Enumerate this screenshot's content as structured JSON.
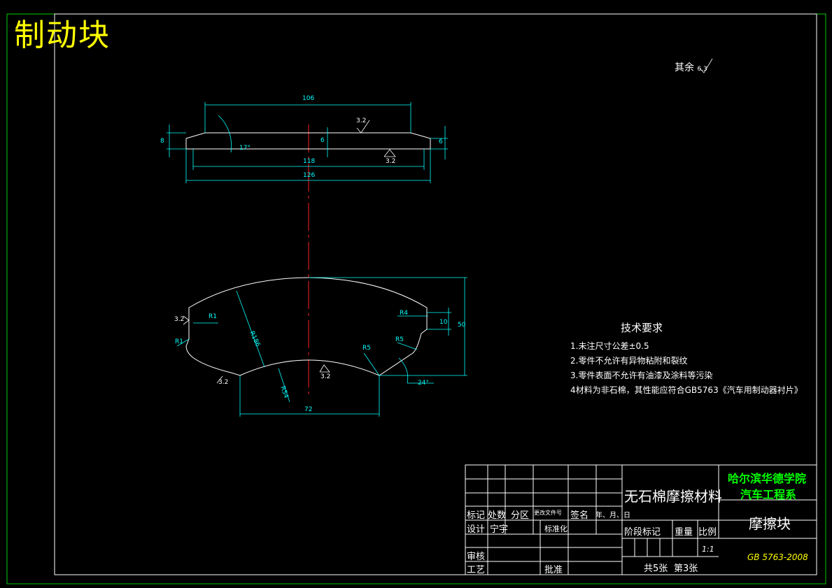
{
  "drawing": {
    "title": "制动块",
    "roughness_note": "其余",
    "roughness_note_value": "6.3",
    "roughness_value": "3.2",
    "top_view": {
      "dims": {
        "top_width": "106",
        "mid_width": "118",
        "total_width": "126",
        "height_left": "8",
        "height_inner": "6",
        "height_right": "6",
        "angle": "17°"
      }
    },
    "front_view": {
      "dims": {
        "R1a": "R1",
        "R1b": "R1",
        "R186": "R186",
        "R54": "R54",
        "R4": "R4",
        "R5a": "R5",
        "R5b": "R5",
        "height": "50",
        "tab": "10",
        "bottom": "72",
        "angle": "24°"
      }
    },
    "tech_requirements": {
      "title": "技术要求",
      "items": [
        "1.未注尺寸公差±0.5",
        "2.零件不允许有异物粘附和裂纹",
        "3.零件表面不允许有油漆及涂料等污染",
        "4材料为非石棉，其性能应符合GB5763《汽车用制动器衬片》"
      ]
    }
  },
  "title_block": {
    "material": "无石棉摩擦材料",
    "school": "哈尔滨华德学院",
    "department": "汽车工程系",
    "part_name": "摩擦块",
    "standard": "GB 5763-2008",
    "labels": {
      "mark": "标记",
      "count": "处数",
      "zone": "分区",
      "change_doc": "更改文件号",
      "signature": "签名",
      "date": "年、月、日",
      "design": "设计",
      "designer": "宁宇",
      "standardize": "标准化",
      "review": "审核",
      "process": "工艺",
      "approve": "批准",
      "stage_mark": "阶段标记",
      "weight": "重量",
      "scale": "比例",
      "scale_value": "1:1",
      "sheets": "共5张",
      "sheet_no": "第3张"
    }
  }
}
